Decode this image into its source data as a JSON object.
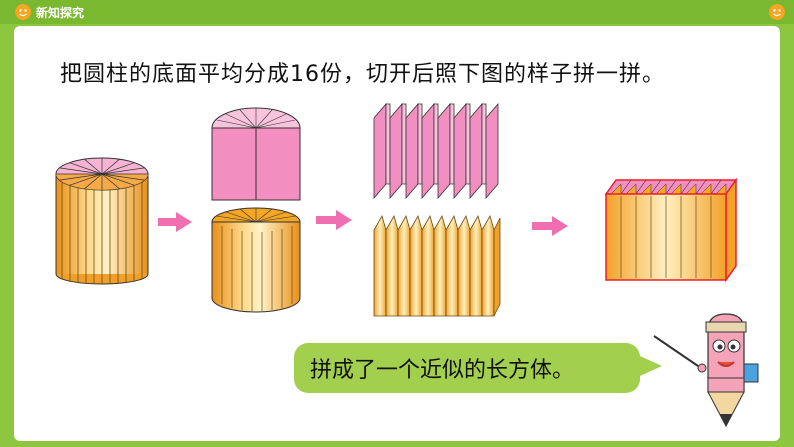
{
  "header": {
    "title": "新知探究"
  },
  "instruction": "把圆柱的底面平均分成16份，切开后照下图的样子拼一拼。",
  "conclusion": "拼成了一个近似的长方体。",
  "colors": {
    "pink": "#f28ec0",
    "orange": "#f6a623",
    "light_orange": "#ffe3a3",
    "arrow": "#f06fb0",
    "bubble": "#a3cf4f",
    "frame_red": "#e8202a"
  },
  "icons": [
    "logo-icon",
    "arrow-right-icon",
    "pencil-mascot-icon"
  ]
}
